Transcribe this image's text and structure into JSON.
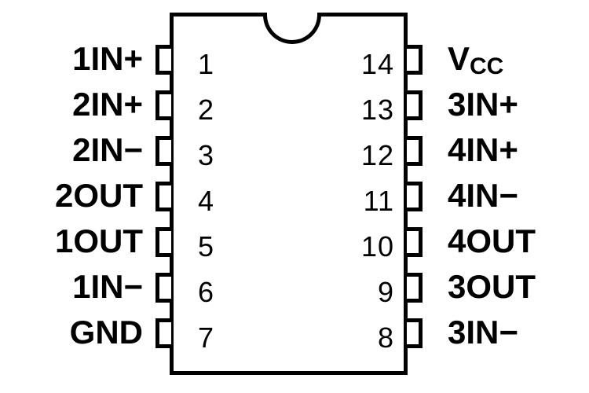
{
  "left_pins": [
    {
      "number": "1",
      "label": "1IN+"
    },
    {
      "number": "2",
      "label": "2IN+"
    },
    {
      "number": "3",
      "label": "2IN−"
    },
    {
      "number": "4",
      "label": "2OUT"
    },
    {
      "number": "5",
      "label": "1OUT"
    },
    {
      "number": "6",
      "label": "1IN−"
    },
    {
      "number": "7",
      "label": "GND"
    }
  ],
  "right_pins": [
    {
      "number": "14",
      "label_main": "V",
      "label_sub": "CC"
    },
    {
      "number": "13",
      "label": "3IN+"
    },
    {
      "number": "12",
      "label": "4IN+"
    },
    {
      "number": "11",
      "label": "4IN−"
    },
    {
      "number": "10",
      "label": "4OUT"
    },
    {
      "number": "9",
      "label": "3OUT"
    },
    {
      "number": "8",
      "label": "3IN−"
    }
  ]
}
